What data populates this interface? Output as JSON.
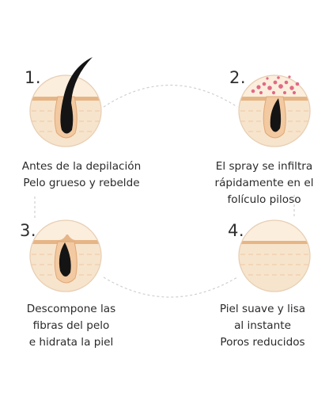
{
  "steps": [
    {
      "number": "1.",
      "lines": [
        "Antes de la depilación",
        "Pelo grueso y rebelde"
      ],
      "icon": "thick-hair-follicle-icon"
    },
    {
      "number": "2.",
      "lines": [
        "El spray se infiltra",
        "rápidamente en el",
        "folículo piloso"
      ],
      "icon": "spray-infiltration-icon"
    },
    {
      "number": "3.",
      "lines": [
        "Descompone las",
        "fibras del pelo",
        "e hidrata la piel"
      ],
      "icon": "dissolving-hair-icon"
    },
    {
      "number": "4.",
      "lines": [
        "Piel suave y lisa",
        "al instante",
        "Poros reducidos"
      ],
      "icon": "smooth-skin-icon"
    }
  ],
  "colors": {
    "skin_outer": "#f2d5b6",
    "skin_inner": "#f7e4cc",
    "skin_top": "#fbeedd",
    "skin_surface_line": "#e6b586",
    "circle_border": "#e7cfb4",
    "hair": "#141414",
    "spray": "#e06a86",
    "connector": "#cfcfcf"
  }
}
